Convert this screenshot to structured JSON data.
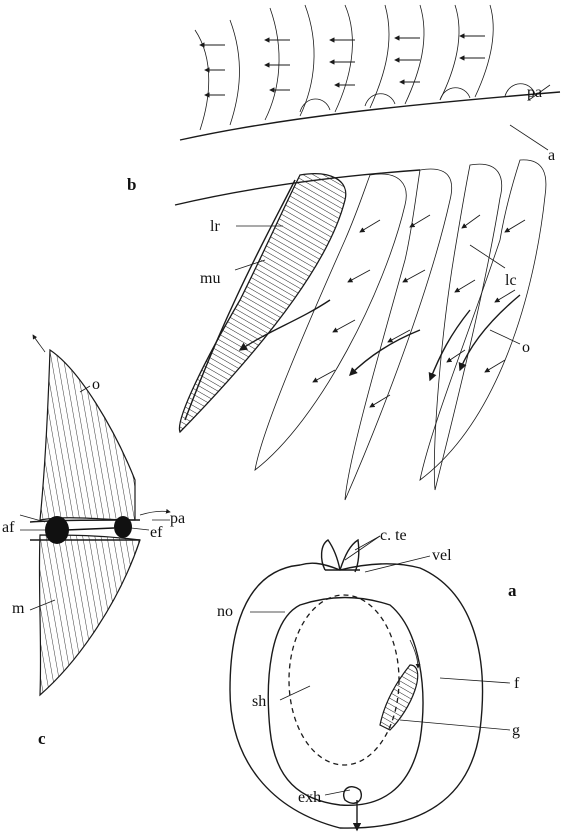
{
  "panels": {
    "a": "a",
    "b": "b",
    "c": "c"
  },
  "labels": {
    "pa_b": "pa",
    "a_b": "a",
    "lr": "lr",
    "mu": "mu",
    "lc": "lc",
    "o_b": "o",
    "o_c": "o",
    "af": "af",
    "ef": "ef",
    "pa_c": "pa",
    "m": "m",
    "c_te": "c. te",
    "vel": "vel",
    "no": "no",
    "sh": "sh",
    "f": "f",
    "g": "g",
    "exh": "exh"
  },
  "colors": {
    "ink": "#1a1a1a",
    "paper": "#ffffff"
  }
}
